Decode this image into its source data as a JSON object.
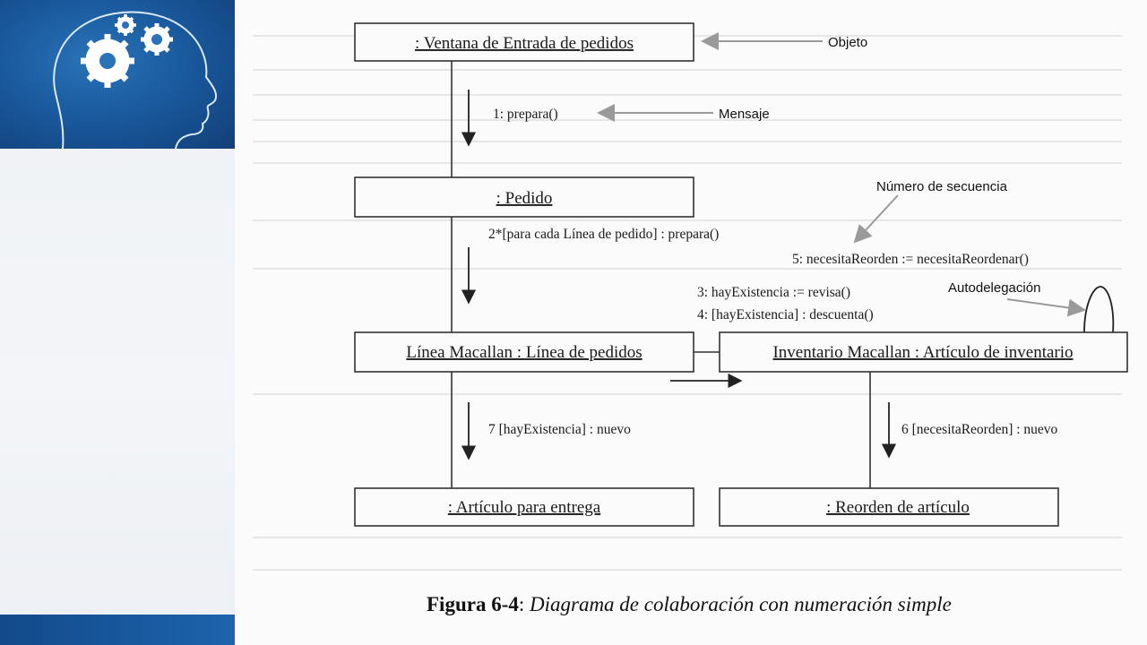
{
  "objects": {
    "ventana": ": Ventana de Entrada de pedidos",
    "pedido": ": Pedido",
    "linea": "Línea Macallan : Línea de pedidos",
    "inventario": "Inventario Macallan : Artículo de inventario",
    "articulo": ": Artículo para entrega",
    "reorden": ": Reorden de artículo"
  },
  "messages": {
    "m1": "1: prepara()",
    "m2": "2*[para cada Línea de pedido] : prepara()",
    "m5": "5: necesitaReorden := necesitaReordenar()",
    "m3": "3: hayExistencia := revisa()",
    "m4": "4: [hayExistencia] : descuenta()",
    "m7": "7 [hayExistencia] : nuevo",
    "m6": "6 [necesitaReorden] : nuevo"
  },
  "annotations": {
    "objeto": "Objeto",
    "mensaje": "Mensaje",
    "numero_secuencia": "Número de secuencia",
    "autodelegacion": "Autodelegación"
  },
  "caption": {
    "number": "Figura 6-4",
    "separator": ": ",
    "title": "Diagrama de colaboración con numeración simple"
  }
}
